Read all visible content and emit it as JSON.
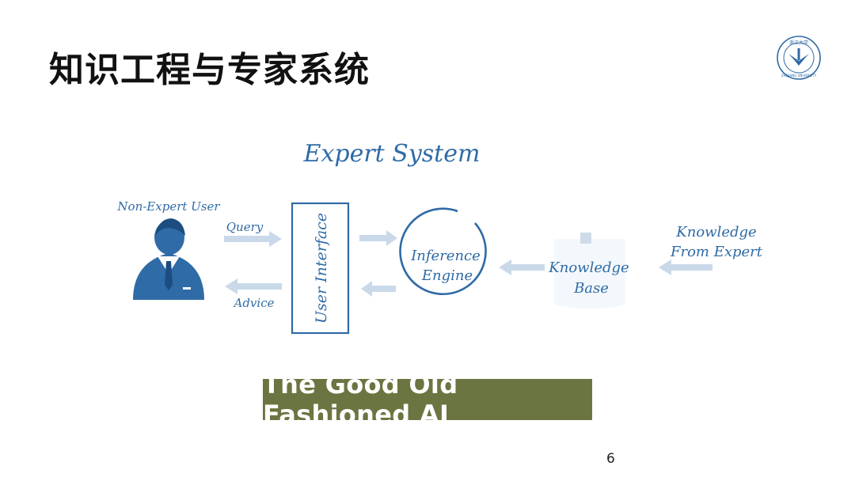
{
  "slide": {
    "title": "知识工程与专家系统",
    "page_number": "6"
  },
  "logo": {
    "icon": "zju-university-seal-icon",
    "text_top": "浙江大学",
    "text_bottom": "ZHEJIANG UNIVERSITY"
  },
  "diagram": {
    "title": "Expert System",
    "user_label": "Non-Expert User",
    "query_label": "Query",
    "advice_label": "Advice",
    "user_interface_label": "User Interface",
    "inference_line1": "Inference",
    "inference_line2": "Engine",
    "kb_line1": "Knowledge",
    "kb_line2": "Base",
    "expert_line1": "Knowledge",
    "expert_line2": "From Expert"
  },
  "banner": {
    "text": "The Good Old Fashioned AI"
  },
  "colors": {
    "diagram_blue": "#2f6ba6",
    "arrow_blue": "#c9d9ea",
    "banner_bg": "#6b7541",
    "title": "#111111"
  }
}
